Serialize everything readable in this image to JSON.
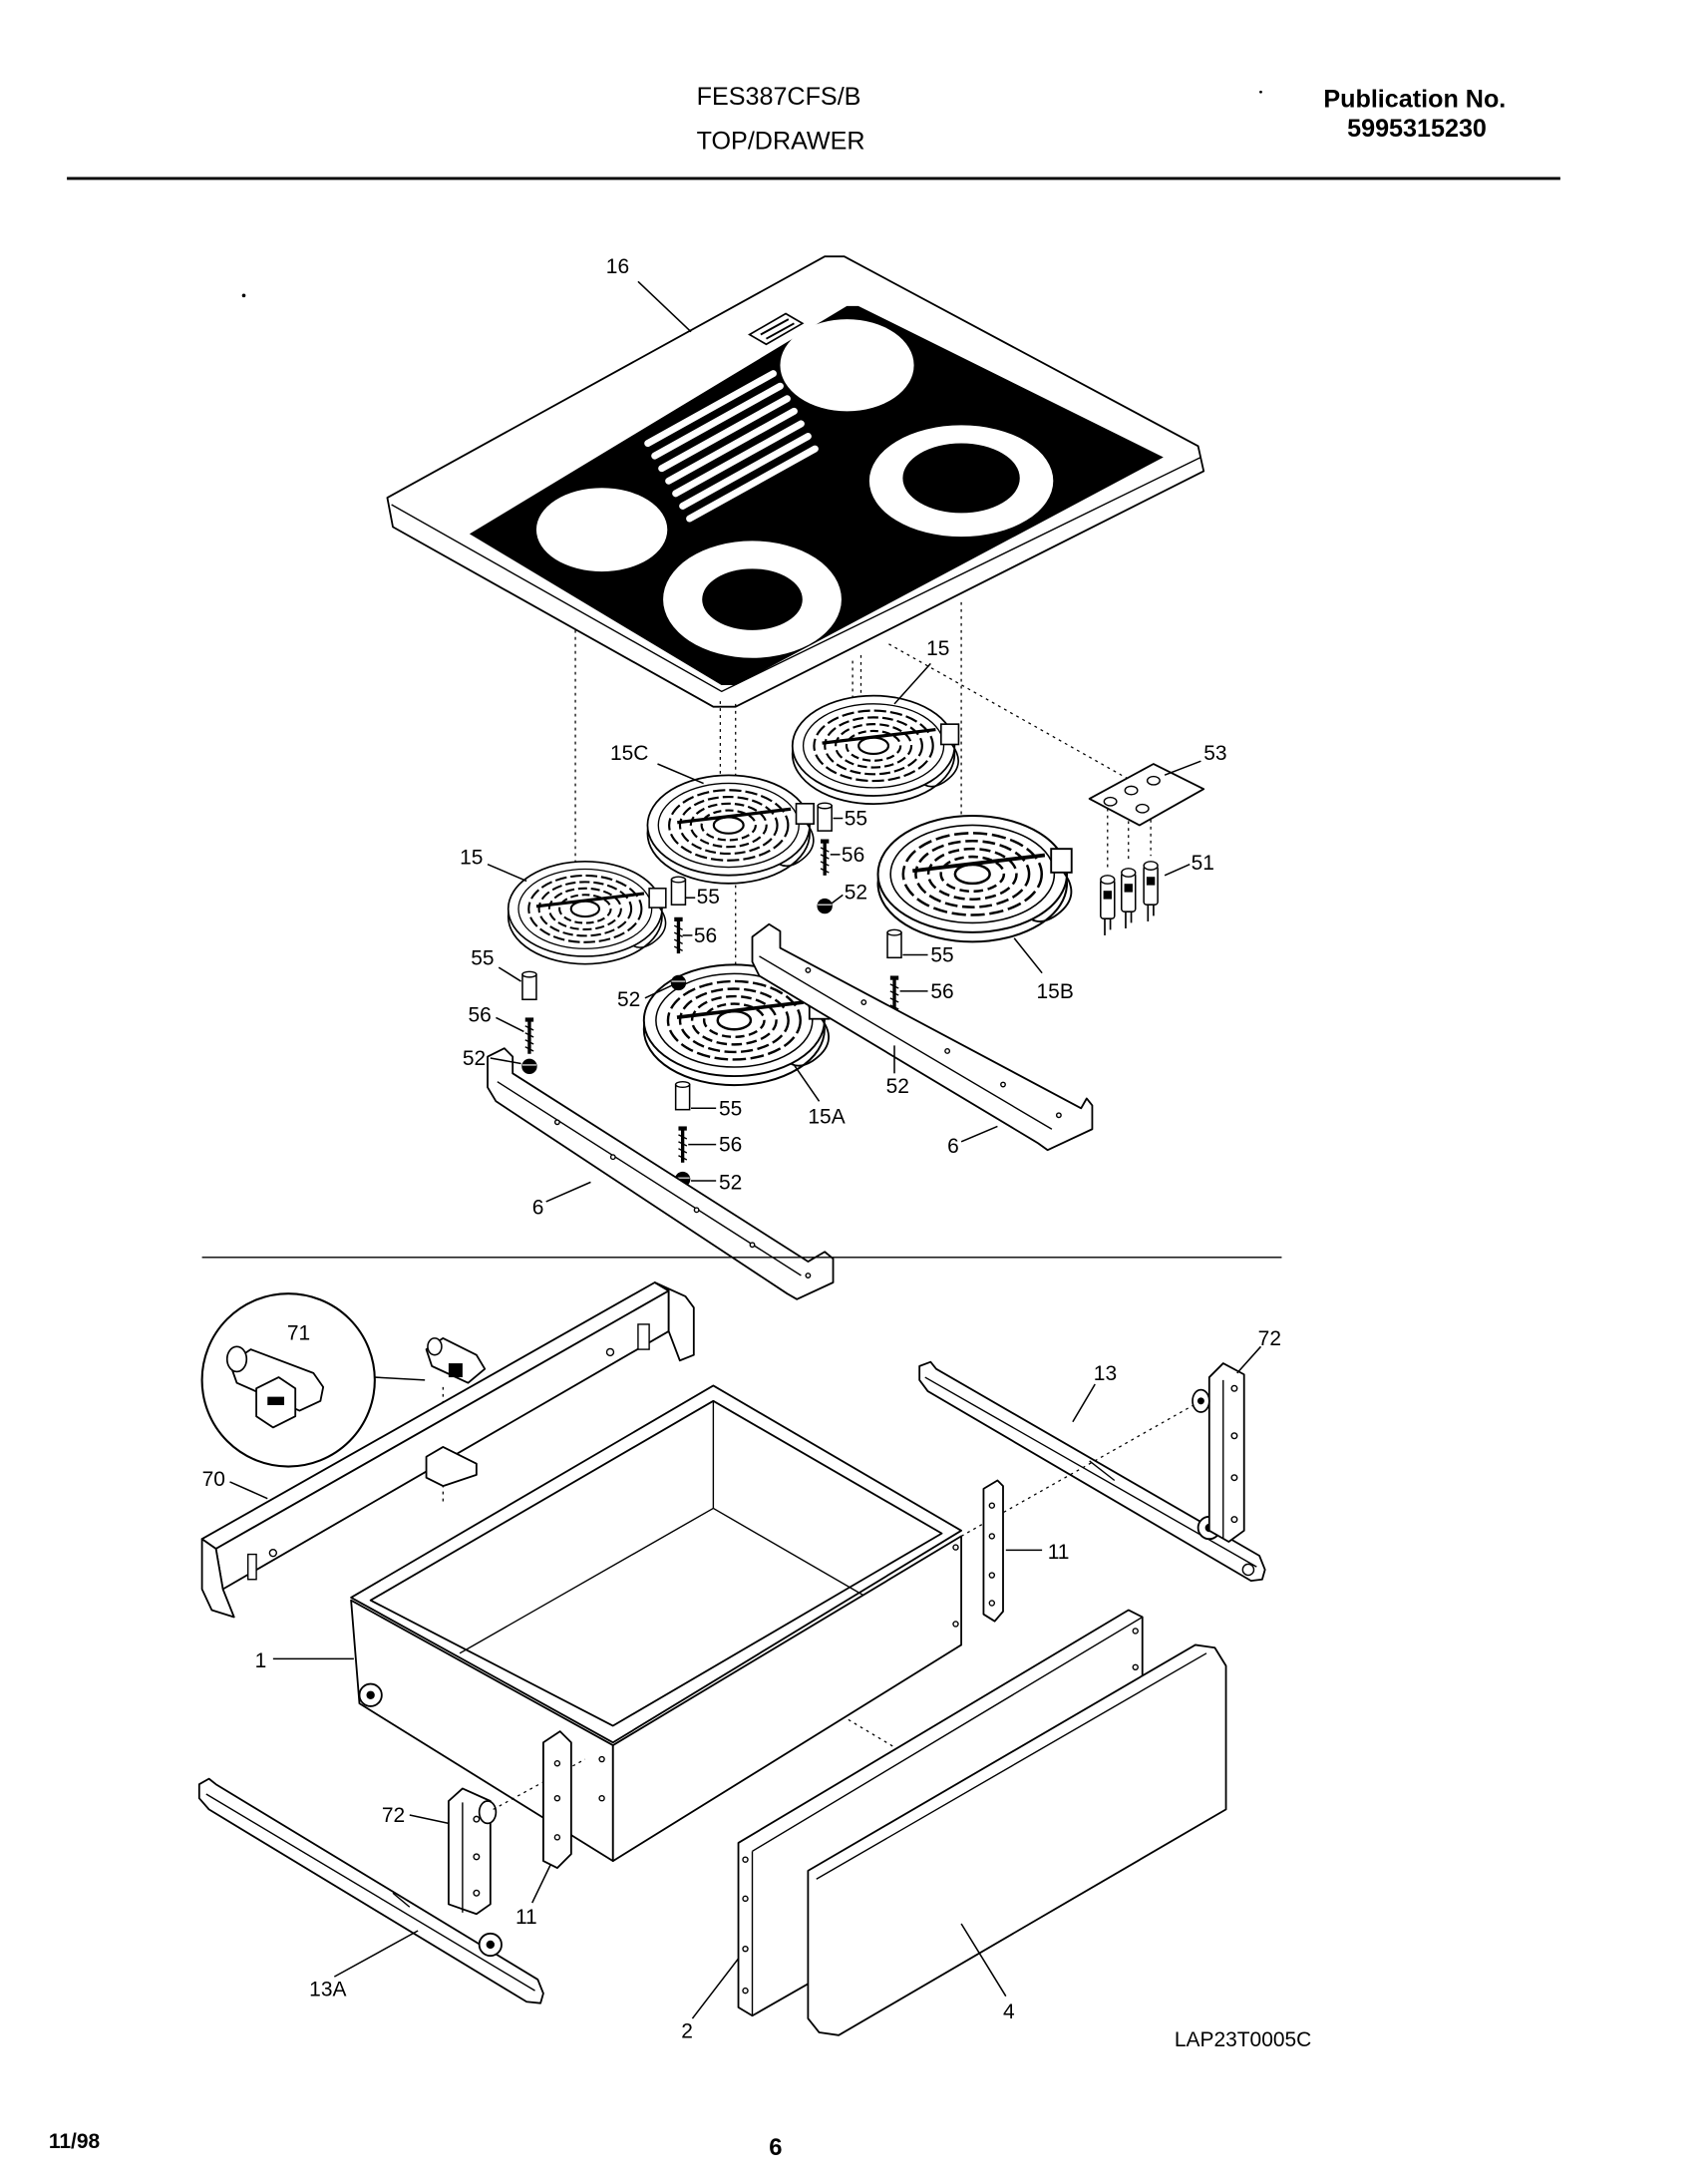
{
  "header": {
    "model_number": "FES387CFS/B",
    "section_title": "TOP/DRAWER",
    "publication_label": "Publication No.",
    "publication_number": "5995315230"
  },
  "top_section": {
    "callouts": [
      "16",
      "15",
      "15C",
      "53",
      "55",
      "56",
      "52",
      "15",
      "55",
      "56",
      "51",
      "55",
      "52",
      "56",
      "55",
      "56",
      "15B",
      "52",
      "52",
      "15A",
      "55",
      "6",
      "56",
      "52",
      "6"
    ]
  },
  "drawer_section": {
    "callouts": [
      "71",
      "72",
      "13",
      "70",
      "11",
      "1",
      "72",
      "11",
      "13A",
      "2",
      "4"
    ]
  },
  "footer": {
    "diagram_code": "LAP23T0005C",
    "date": "11/98",
    "page_number": "6"
  }
}
